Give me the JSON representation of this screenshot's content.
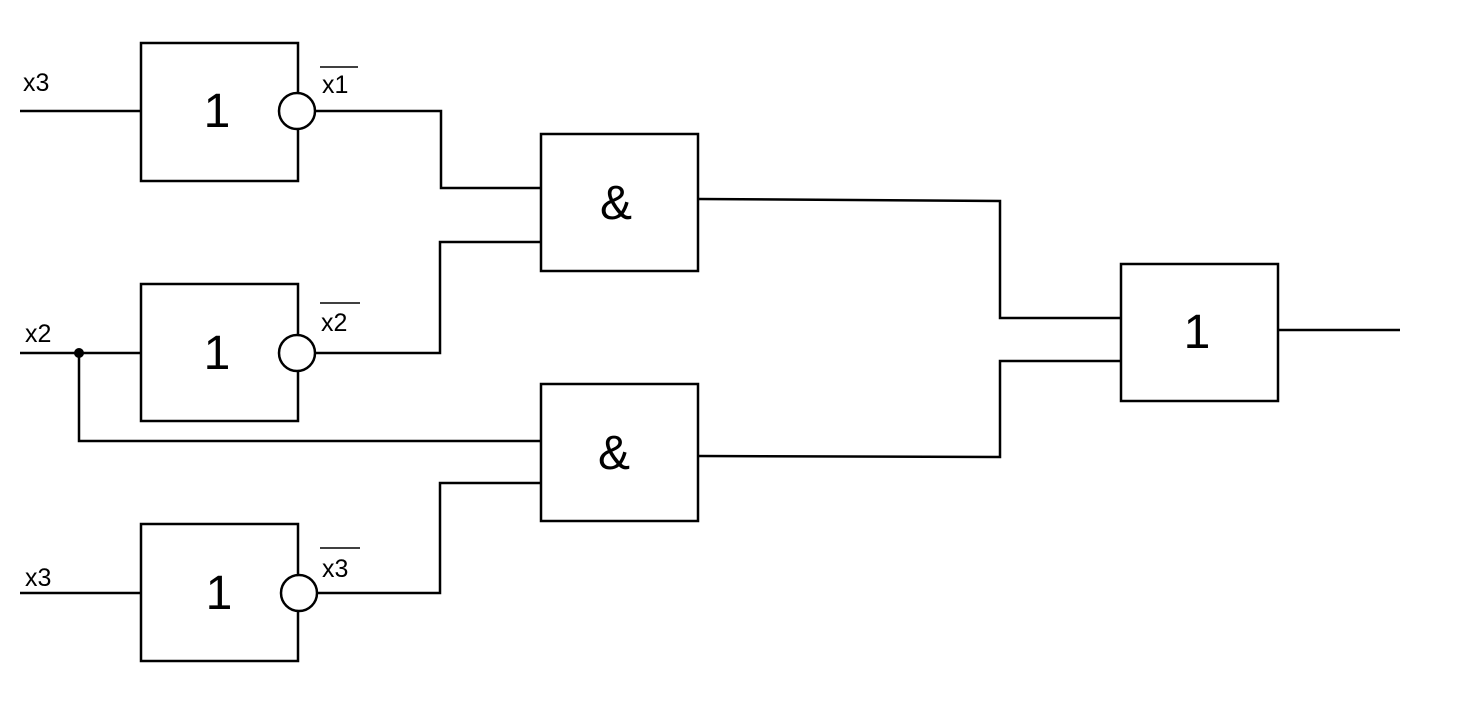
{
  "inputs": {
    "in1": "x3",
    "in2": "x2",
    "in3": "x3"
  },
  "outputs_inverted": {
    "n1": "x1",
    "n2": "x2",
    "n3": "x3"
  },
  "gates": {
    "not1": "1",
    "not2": "1",
    "not3": "1",
    "and1": "&",
    "and2": "&",
    "or1": "1"
  }
}
